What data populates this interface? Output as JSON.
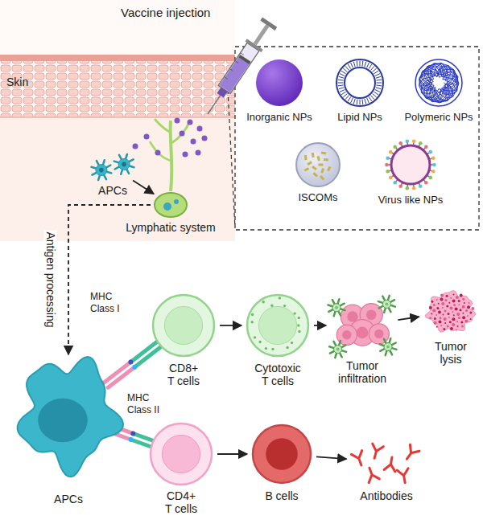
{
  "diagram": {
    "nodes": [
      {
        "text": [
          "Inorganic NPs"
        ]
      },
      {
        "text": [
          "Lipid NPs"
        ]
      },
      {
        "text": [
          "Polymeric NPs"
        ]
      },
      {
        "text": [
          "ISCOMs"
        ]
      },
      {
        "text": [
          "Virus like NPs"
        ]
      },
      {
        "text": [
          "APCs"
        ]
      },
      {
        "text": [
          "Lymphatic system"
        ]
      },
      {
        "text": [
          "APCs"
        ]
      },
      {
        "text": [
          "CD8+ T cells"
        ]
      },
      {
        "text": [
          "Cytotoxic T cells"
        ]
      },
      {
        "text": [
          "Tumor infiltration"
        ]
      },
      {
        "text": [
          "Tumor lysis"
        ]
      },
      {
        "text": [
          "CD4+ T cells"
        ]
      },
      {
        "text": [
          "B cells"
        ]
      },
      {
        "text": [
          "Antibodies"
        ]
      }
    ],
    "edges": [
      {
        "from": 5,
        "to": 6,
        "arrow": "to"
      },
      {
        "from": 6,
        "to": 7,
        "arrow": "to",
        "label": "Antigen processing"
      },
      {
        "from": 7,
        "to": 8,
        "arrow": "none"
      },
      {
        "from": 7,
        "to": 12,
        "arrow": "none"
      },
      {
        "from": 8,
        "to": 9,
        "arrow": "to"
      },
      {
        "from": 9,
        "to": 10,
        "arrow": "to"
      },
      {
        "from": 10,
        "to": 11,
        "arrow": "to"
      },
      {
        "from": 12,
        "to": 13,
        "arrow": "to"
      },
      {
        "from": 13,
        "to": 14,
        "arrow": "to"
      }
    ],
    "labels": [
      "Vaccine injection",
      "Skin",
      "MHC Class I",
      "MHC Class II"
    ]
  }
}
